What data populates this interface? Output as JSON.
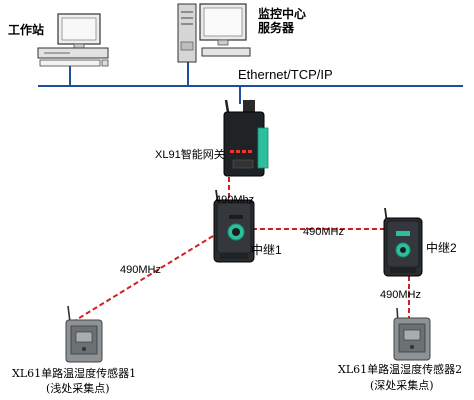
{
  "nodes": {
    "workstation": "工作站",
    "monitor_center_line1": "监控中心",
    "monitor_center_line2": "服务器",
    "network": "Ethernet/TCP/IP",
    "gateway": "XL91智能网关",
    "repeater1": "中继1",
    "repeater2": "中继2",
    "sensor1_line1": "XL61单路温湿度传感器1",
    "sensor1_line2": "(浅处采集点)",
    "sensor2_line1": "XL61单路温湿度传感器2",
    "sensor2_line2": "(深处采集点)"
  },
  "links": {
    "gateway_repeater1": "490Mhz",
    "repeater1_repeater2": "490MHz",
    "repeater1_sensor1": "490MHz",
    "repeater2_sensor2": "490MHz"
  },
  "colors": {
    "ethernet_line": "#1f4e9a",
    "wireless_link": "#d21f1f",
    "device_green": "#2bbf9e",
    "device_dark": "#26292c"
  }
}
